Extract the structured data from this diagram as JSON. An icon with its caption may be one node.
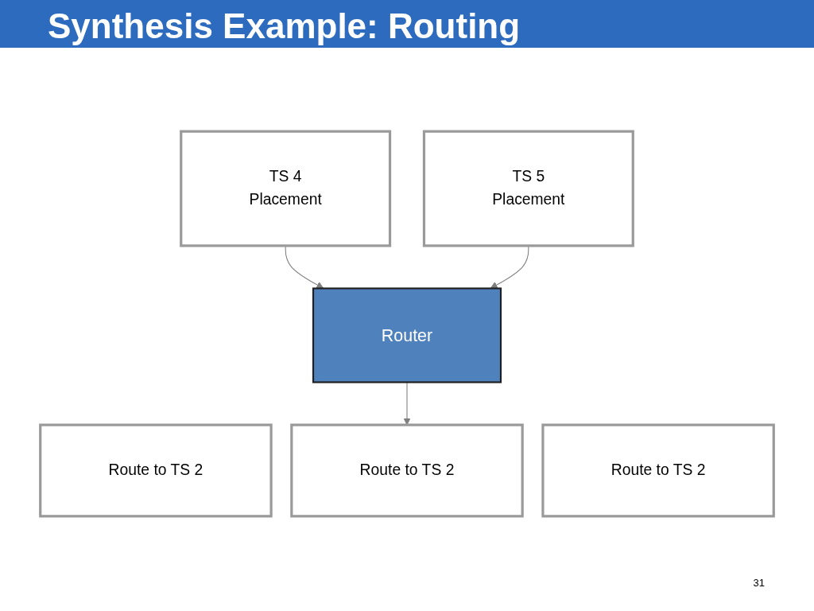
{
  "diagram": {
    "title": "Synthesis Example: Routing",
    "nodes": [
      {
        "text": [
          "TS 4",
          "Placement"
        ]
      },
      {
        "text": [
          "TS 5",
          "Placement"
        ]
      },
      {
        "text": [
          "Router"
        ]
      },
      {
        "text": [
          "Route to TS 2"
        ]
      },
      {
        "text": [
          "Route to TS 2"
        ]
      },
      {
        "text": [
          "Route to TS 2"
        ]
      }
    ],
    "edges": [
      {
        "from": 0,
        "to": 2,
        "arrow": "to"
      },
      {
        "from": 1,
        "to": 2,
        "arrow": "to"
      },
      {
        "from": 2,
        "to": 4,
        "arrow": "to"
      }
    ],
    "labels": [
      "31"
    ]
  }
}
